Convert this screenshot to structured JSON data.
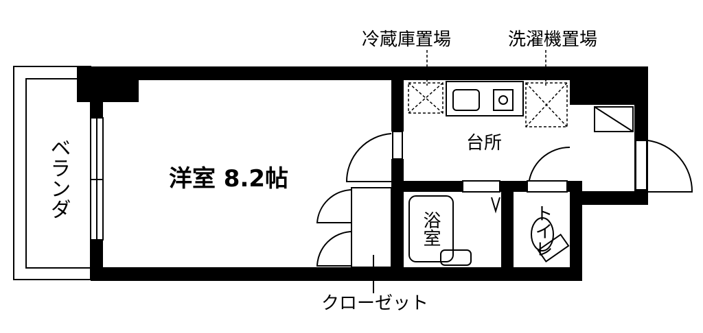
{
  "labels": {
    "fridge_space": "冷蔵庫置場",
    "washer_space": "洗濯機置場",
    "kitchen": "台所",
    "western_room": "洋室 8.2帖",
    "veranda": "ベランダ",
    "bathroom": "浴室",
    "toilet": "トイレ",
    "closet": "クローゼット"
  }
}
